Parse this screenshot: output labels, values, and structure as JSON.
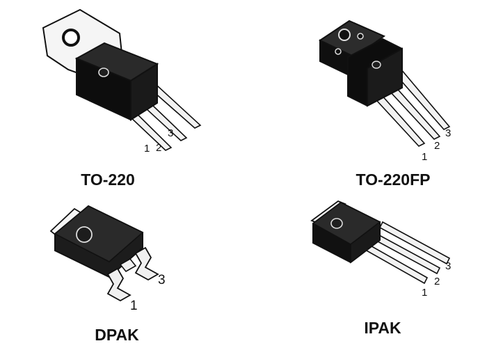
{
  "packages": [
    {
      "name": "TO-220",
      "pins": [
        "1",
        "2",
        "3"
      ]
    },
    {
      "name": "TO-220FP",
      "pins": [
        "1",
        "2",
        "3"
      ]
    },
    {
      "name": "DPAK",
      "pins": [
        "1",
        "3"
      ]
    },
    {
      "name": "IPAK",
      "pins": [
        "1",
        "2",
        "3"
      ]
    }
  ]
}
